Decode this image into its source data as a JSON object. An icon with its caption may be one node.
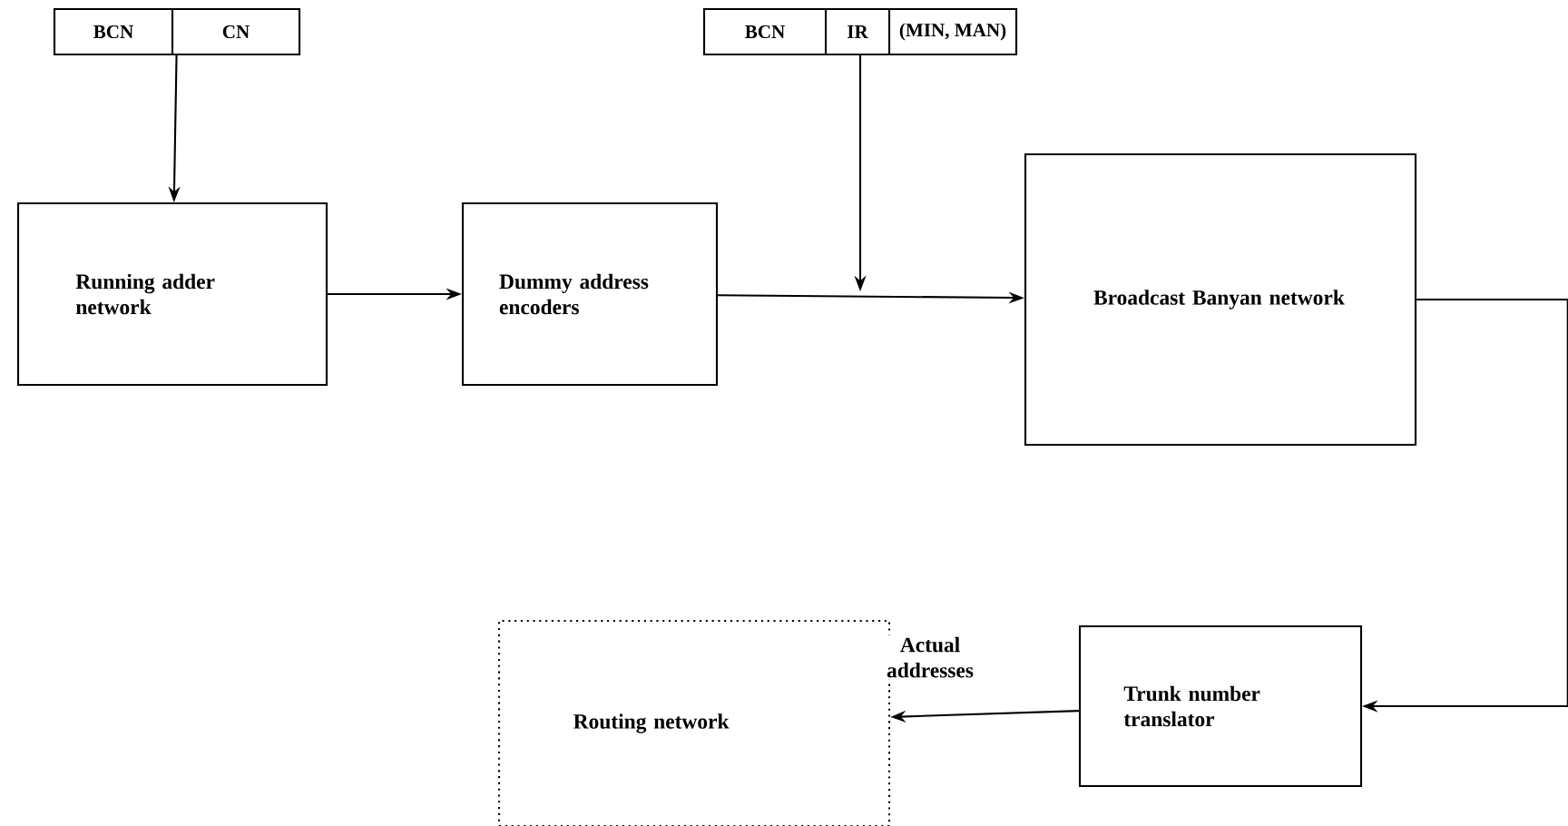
{
  "diagram": {
    "nodes": [
      {
        "text": [
          "BCN",
          "CN"
        ]
      },
      {
        "text": [
          "BCN",
          "IR",
          "(MIN, MAN)"
        ]
      },
      {
        "text": [
          "Running adder network"
        ]
      },
      {
        "text": [
          "Dummy address encoders"
        ]
      },
      {
        "text": [
          "Broadcast Banyan network"
        ]
      },
      {
        "text": [
          "Trunk number translator"
        ]
      },
      {
        "text": [
          "Routing network"
        ]
      }
    ],
    "edges": [
      {
        "from": 0,
        "to": 2,
        "arrow": "to"
      },
      {
        "from": 2,
        "to": 3,
        "arrow": "to"
      },
      {
        "from": 3,
        "to": 4,
        "arrow": "to"
      },
      {
        "from": 1,
        "to": null,
        "arrow": "to"
      },
      {
        "from": 4,
        "to": 5,
        "arrow": "to"
      },
      {
        "from": 5,
        "to": 6,
        "arrow": "to",
        "label": "Actual addresses"
      }
    ]
  }
}
